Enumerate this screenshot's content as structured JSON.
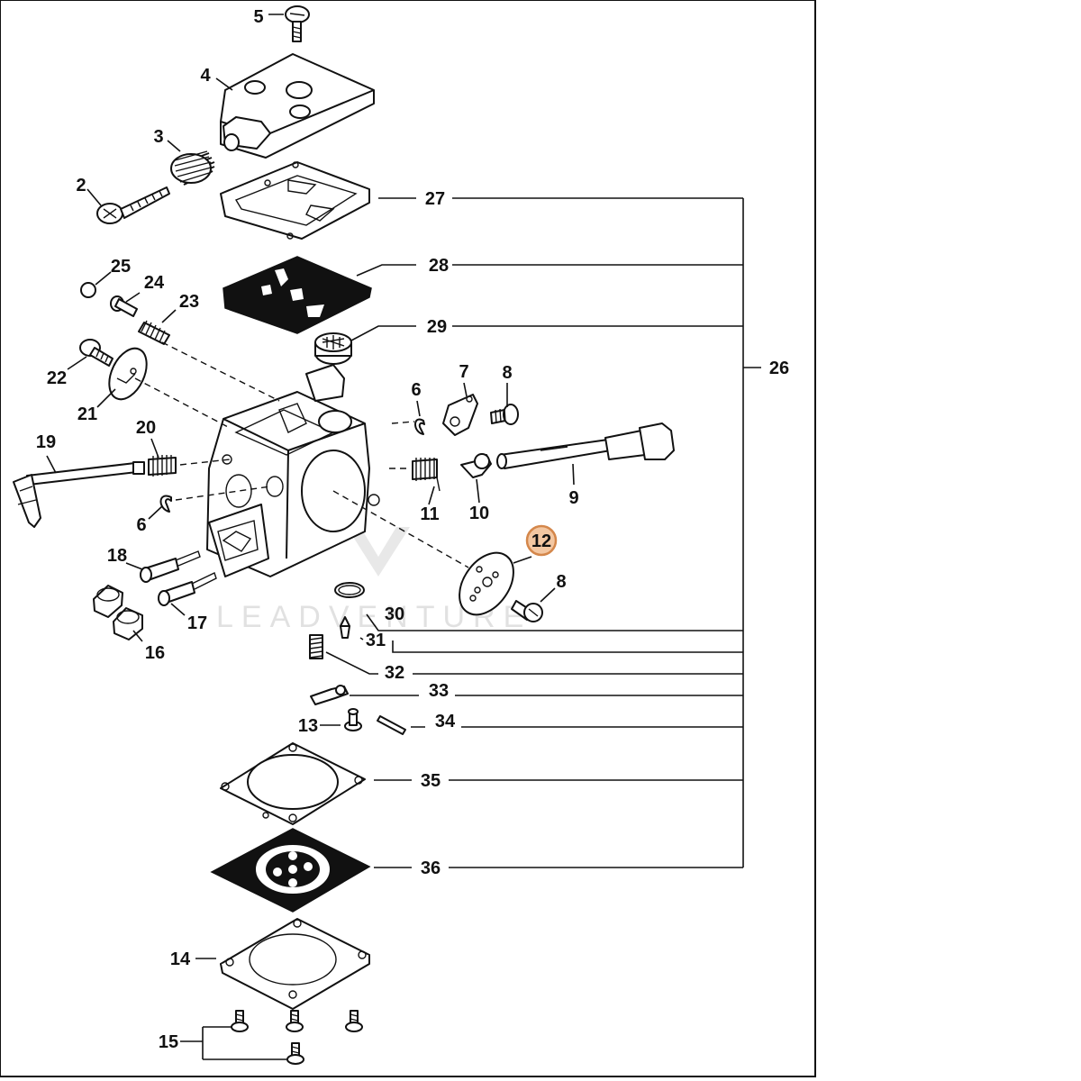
{
  "diagram": {
    "labels": {
      "p2": "2",
      "p3": "3",
      "p4": "4",
      "p5": "5",
      "p6a": "6",
      "p6b": "6",
      "p7": "7",
      "p8a": "8",
      "p8b": "8",
      "p9": "9",
      "p10": "10",
      "p11": "11",
      "p12": "12",
      "p13": "13",
      "p14": "14",
      "p15": "15",
      "p16": "16",
      "p17": "17",
      "p18": "18",
      "p19": "19",
      "p20": "20",
      "p21": "21",
      "p22": "22",
      "p23": "23",
      "p24": "24",
      "p25": "25",
      "p26": "26",
      "p27": "27",
      "p28": "28",
      "p29": "29",
      "p30": "30",
      "p31": "31",
      "p32": "32",
      "p33": "33",
      "p34": "34",
      "p35": "35",
      "p36": "36"
    },
    "highlighted_part": "12",
    "watermark": "LEADVENTURE",
    "colors": {
      "highlight_fill": "#f3c7a2",
      "highlight_stroke": "#d4874b",
      "line": "#111111",
      "watermark": "#c9c9c9"
    }
  }
}
